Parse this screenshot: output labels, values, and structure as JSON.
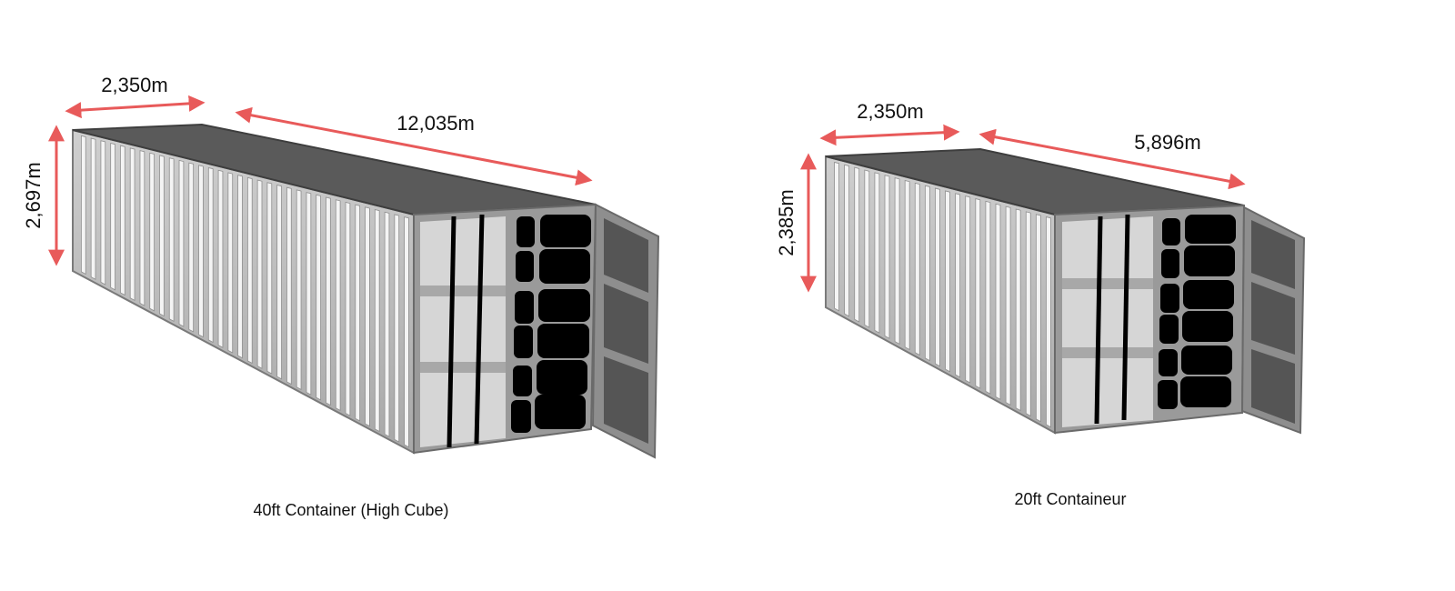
{
  "colors": {
    "arrow": "#e85a5a",
    "roof": "#5a5a5a",
    "roof_edge": "#3e3e3e",
    "side": "#b9b9b9",
    "rib_light": "#f4f4f4",
    "rib_dark": "#8f8f8f",
    "end_frame": "#9a9a9a",
    "end_panel": "#d6d6d6",
    "door_panel": "#000000",
    "open_door": "#555555"
  },
  "containers": [
    {
      "id": "container-40ft",
      "caption": "40ft Container (High Cube)",
      "width_label": "2,350m",
      "length_label": "12,035m",
      "height_label": "2,697m"
    },
    {
      "id": "container-20ft",
      "caption": "20ft Containeur",
      "width_label": "2,350m",
      "length_label": "5,896m",
      "height_label": "2,385m"
    }
  ]
}
